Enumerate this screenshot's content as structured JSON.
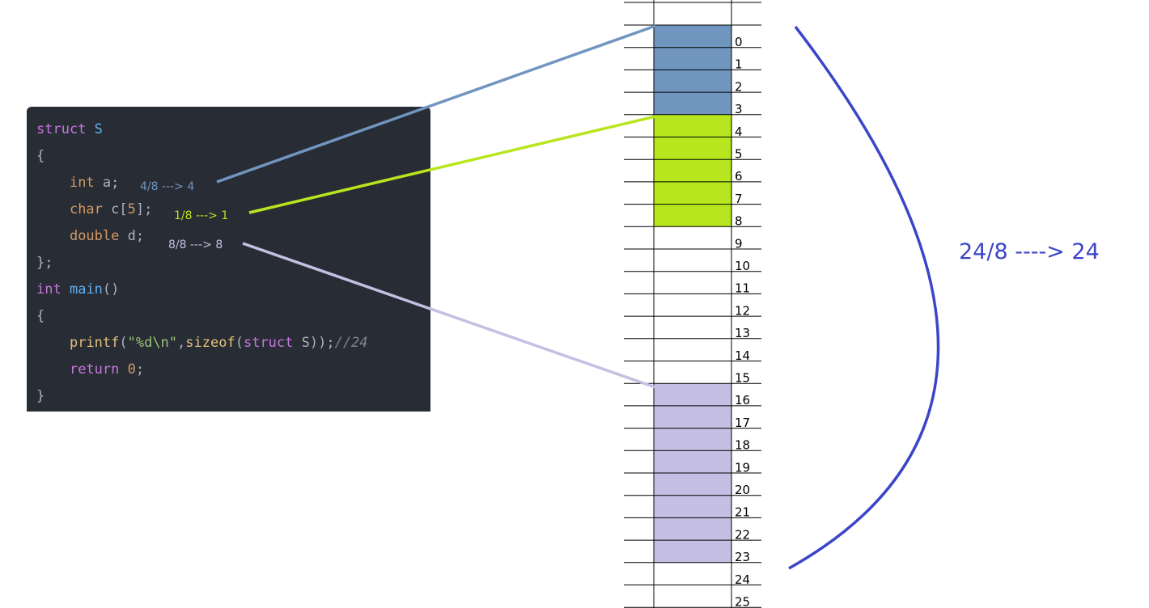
{
  "code": {
    "lines": [
      [
        {
          "t": "struct",
          "c": "kw-purple"
        },
        {
          "t": " ",
          "c": "plain"
        },
        {
          "t": "S",
          "c": "fn-blue"
        }
      ],
      [
        {
          "t": "{",
          "c": "plain"
        }
      ],
      [
        {
          "t": "    ",
          "c": "plain"
        },
        {
          "t": "int",
          "c": "kw-orange"
        },
        {
          "t": " a;",
          "c": "plain"
        }
      ],
      [
        {
          "t": "    ",
          "c": "plain"
        },
        {
          "t": "char",
          "c": "kw-orange"
        },
        {
          "t": " c[",
          "c": "plain"
        },
        {
          "t": "5",
          "c": "num-orange"
        },
        {
          "t": "];",
          "c": "plain"
        }
      ],
      [
        {
          "t": "    ",
          "c": "plain"
        },
        {
          "t": "double",
          "c": "kw-orange"
        },
        {
          "t": " d;",
          "c": "plain"
        }
      ],
      [
        {
          "t": "};",
          "c": "plain"
        }
      ],
      [
        {
          "t": "int",
          "c": "kw-purple"
        },
        {
          "t": " ",
          "c": "plain"
        },
        {
          "t": "main",
          "c": "fn-blue"
        },
        {
          "t": "()",
          "c": "plain"
        }
      ],
      [
        {
          "t": "{",
          "c": "plain"
        }
      ],
      [
        {
          "t": "    ",
          "c": "plain"
        },
        {
          "t": "printf",
          "c": "fn-yellow"
        },
        {
          "t": "(",
          "c": "plain"
        },
        {
          "t": "\"%d\\n\"",
          "c": "str-green"
        },
        {
          "t": ",",
          "c": "plain"
        },
        {
          "t": "sizeof",
          "c": "fn-yellow"
        },
        {
          "t": "(",
          "c": "plain"
        },
        {
          "t": "struct",
          "c": "kw-purple"
        },
        {
          "t": " S));",
          "c": "plain"
        },
        {
          "t": "//24",
          "c": "cmt"
        }
      ],
      [
        {
          "t": "    ",
          "c": "plain"
        },
        {
          "t": "return",
          "c": "kw-purple"
        },
        {
          "t": " ",
          "c": "plain"
        },
        {
          "t": "0",
          "c": "num-orange"
        },
        {
          "t": ";",
          "c": "plain"
        }
      ],
      [
        {
          "t": "}",
          "c": "plain"
        }
      ]
    ]
  },
  "annotations": {
    "a": "4/8 ---> 4",
    "c": "1/8 ---> 1",
    "d": "8/8 ---> 8"
  },
  "memory": {
    "offsets": [
      "0",
      "1",
      "2",
      "3",
      "4",
      "5",
      "6",
      "7",
      "8",
      "9",
      "10",
      "11",
      "12",
      "13",
      "14",
      "15",
      "16",
      "17",
      "18",
      "19",
      "20",
      "21",
      "22",
      "23",
      "24",
      "25"
    ],
    "segments": [
      {
        "member": "a",
        "start": 0,
        "end": 3,
        "color": "#7096c0"
      },
      {
        "member": "c",
        "start": 4,
        "end": 8,
        "color": "#b8e61e"
      },
      {
        "member": "d",
        "start": 16,
        "end": 23,
        "color": "#c5bfe3"
      }
    ]
  },
  "colors": {
    "line_a": "#7096c0",
    "line_c": "#b8e61e",
    "line_d": "#c5bfe3",
    "brace": "#3c45c8"
  },
  "result": "24/8 ----> 24"
}
